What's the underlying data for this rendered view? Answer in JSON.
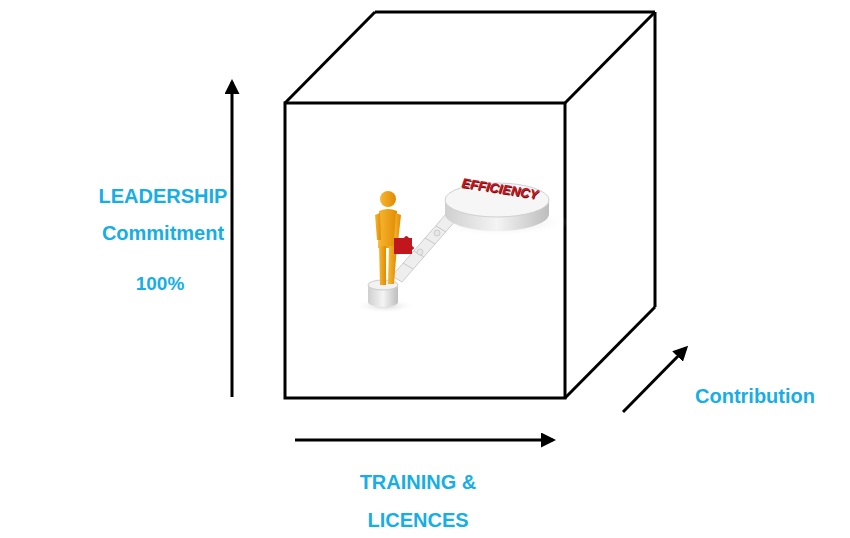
{
  "diagram": {
    "labels": [
      "LEADERSHIP Commitment",
      "100%",
      "TRAINING & LICENCES",
      "Contribution",
      "EFFICIENCY"
    ]
  }
}
